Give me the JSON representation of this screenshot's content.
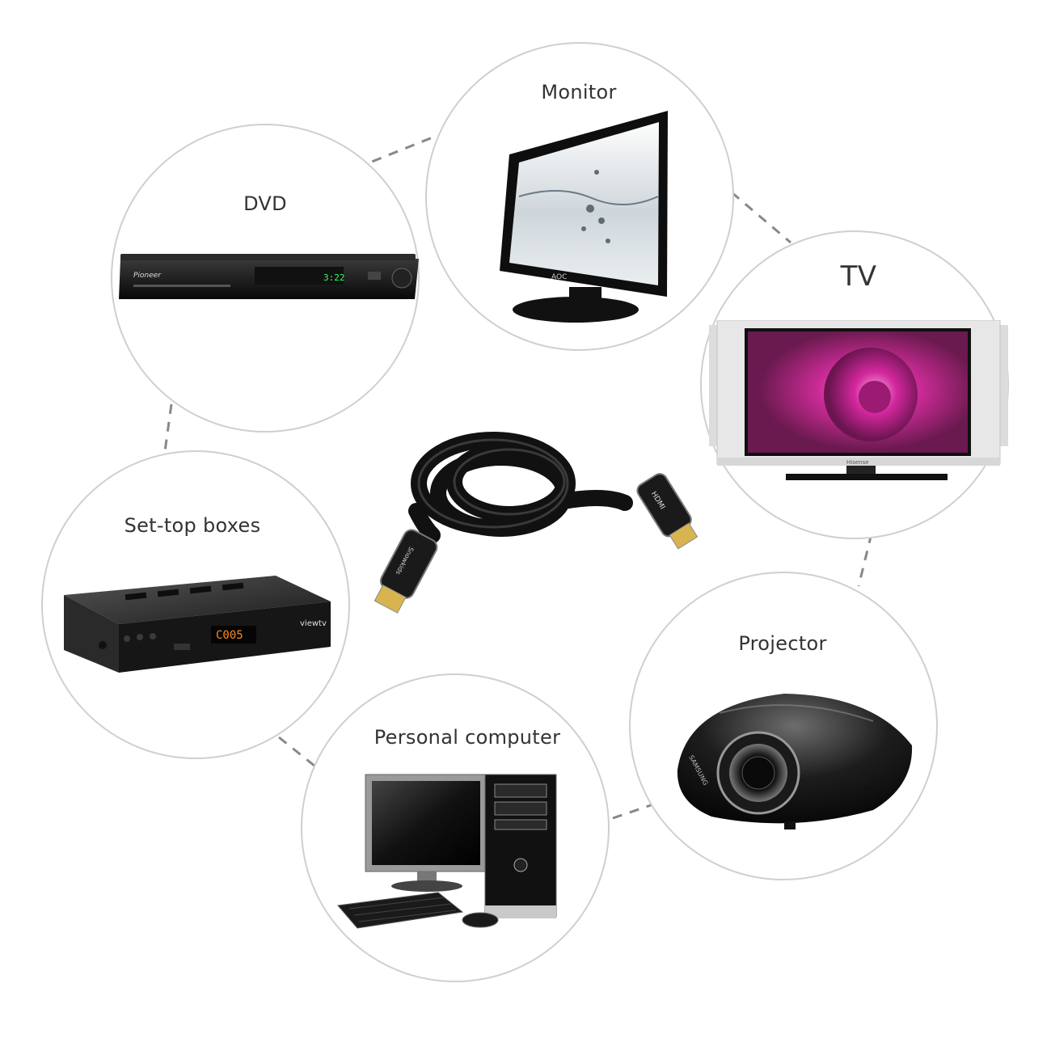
{
  "devices": {
    "dvd": {
      "label": "DVD",
      "brand": "Pioneer"
    },
    "monitor": {
      "label": "Monitor",
      "brand": "AOC"
    },
    "tv": {
      "label": "TV",
      "brand": "Hisense"
    },
    "settop": {
      "label": "Set-top boxes",
      "brand": "viewtv",
      "display": "C005"
    },
    "projector": {
      "label": "Projector",
      "brand": "SAMSUNG"
    },
    "pc": {
      "label": "Personal computer"
    }
  },
  "cable": {
    "brand": "Snowkids",
    "connector_text": "HDMI"
  },
  "colors": {
    "circle_stroke": "#cfcfcf",
    "connector_dash": "#888888",
    "label_text": "#333333"
  }
}
